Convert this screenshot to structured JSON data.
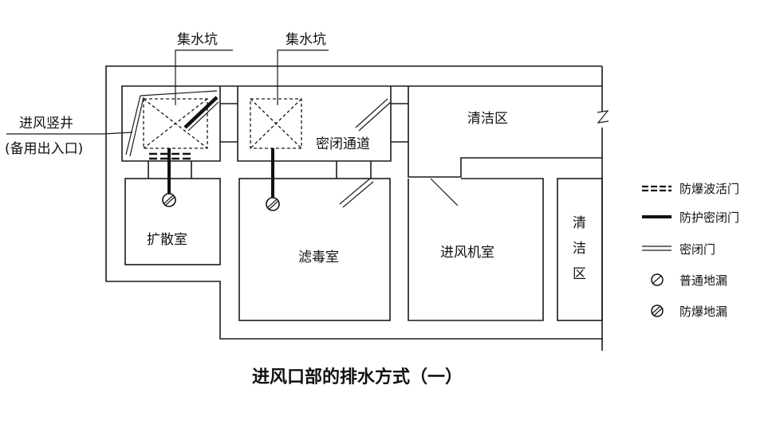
{
  "labels": {
    "sump_left": "集水坑",
    "sump_right": "集水坑",
    "shaft_line1": "进风竖井",
    "shaft_line2": "(备用出入口)",
    "sealed_passage": "密闭通道",
    "clean_area_top": "清洁区",
    "diffusion_room": "扩散室",
    "filter_room": "滤毒室",
    "fan_room": "进风机室",
    "clean_area_vertical": [
      "清",
      "洁",
      "区"
    ]
  },
  "legend": [
    {
      "key": "blast_valve",
      "label": "防爆波活门",
      "icon": "dashed-double-line"
    },
    {
      "key": "protective_door",
      "label": "防护密闭门",
      "icon": "thick-line"
    },
    {
      "key": "airtight_door",
      "label": "密闭门",
      "icon": "thin-double-line"
    },
    {
      "key": "floor_drain",
      "label": "普通地漏",
      "icon": "circle-slash"
    },
    {
      "key": "blast_floor_drain",
      "label": "防爆地漏",
      "icon": "circle-double-slash"
    }
  ],
  "caption": "进风口部的排水方式（一）",
  "colors": {
    "line": "#1a1a1a",
    "text": "#111111",
    "background": "#ffffff"
  }
}
